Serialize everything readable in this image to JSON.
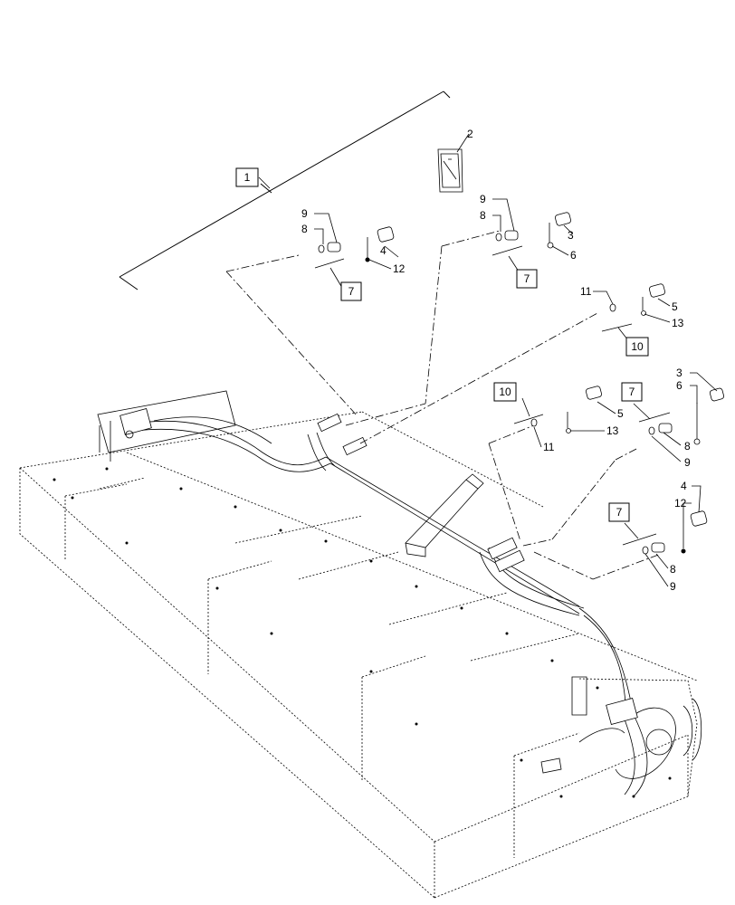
{
  "callouts": {
    "c1": "1",
    "c2": "2",
    "c3a": "3",
    "c3b": "3",
    "c4a": "4",
    "c4b": "4",
    "c5a": "5",
    "c5b": "5",
    "c6a": "6",
    "c6b": "6",
    "c7a": "7",
    "c7b": "7",
    "c7c": "7",
    "c7d": "7",
    "c8a": "8",
    "c8b": "8",
    "c8c": "8",
    "c8d": "8",
    "c9a": "9",
    "c9b": "9",
    "c9c": "9",
    "c9d": "9",
    "c10a": "10",
    "c10b": "10",
    "c11a": "11",
    "c11b": "11",
    "c12a": "12",
    "c12b": "12",
    "c13a": "13",
    "c13b": "13"
  }
}
